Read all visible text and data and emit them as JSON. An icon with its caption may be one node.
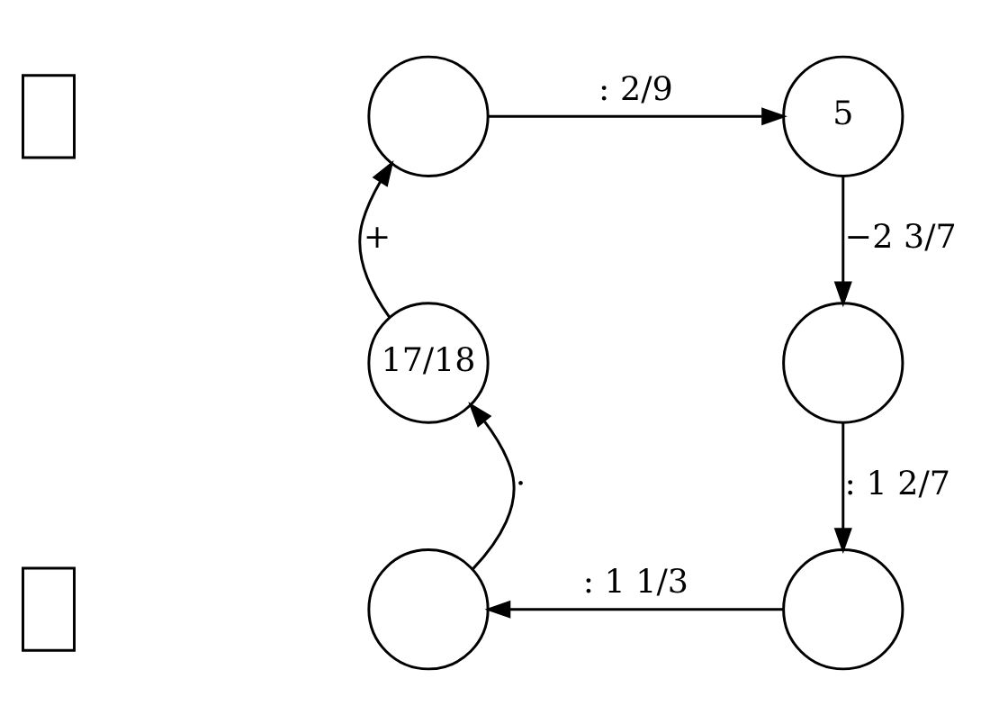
{
  "diagram": {
    "nodes": [
      {
        "text": [],
        "shape": "circle"
      },
      {
        "text": [
          "5"
        ]
      },
      {
        "text": [],
        "shape": "circle"
      },
      {
        "text": [],
        "shape": "circle"
      },
      {
        "text": [],
        "shape": "circle"
      },
      {
        "text": [
          "17/18"
        ]
      },
      {
        "text": [],
        "shape": "box"
      },
      {
        "text": [],
        "shape": "box"
      }
    ],
    "edges": [
      {
        "from": 5,
        "to": 0,
        "arrow": "to",
        "label": "+"
      },
      {
        "from": 0,
        "to": 1,
        "arrow": "to",
        "label": ": 2/9"
      },
      {
        "from": 1,
        "to": 2,
        "arrow": "to",
        "label": "−2 3/7"
      },
      {
        "from": 2,
        "to": 3,
        "arrow": "to",
        "label": ": 1 2/7"
      },
      {
        "from": 3,
        "to": 4,
        "arrow": "to",
        "label": ": 1 1/3"
      },
      {
        "from": 4,
        "to": 5,
        "arrow": "to",
        "label": "·"
      }
    ]
  }
}
